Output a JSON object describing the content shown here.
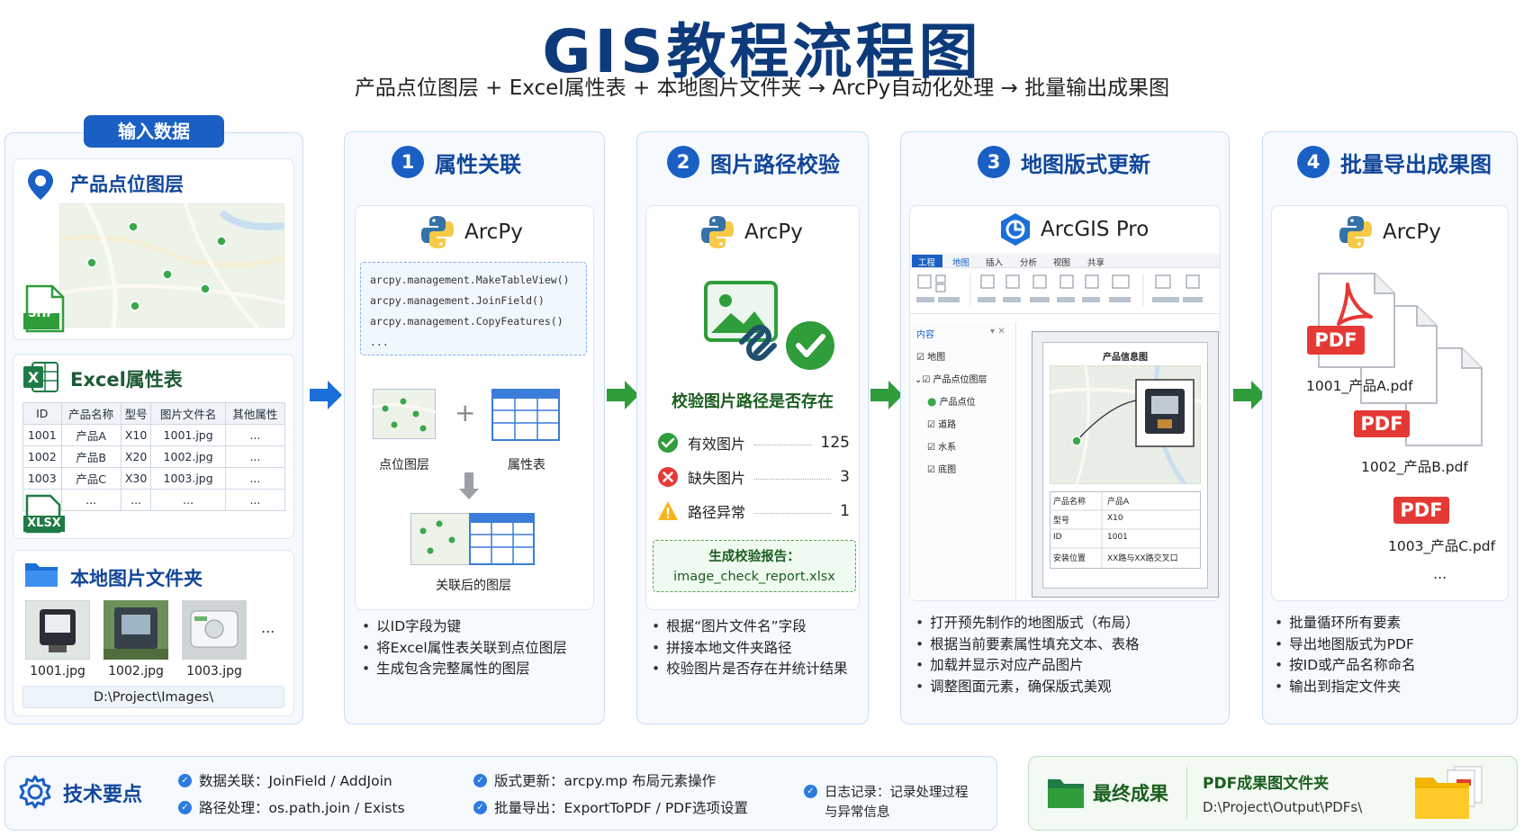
{
  "header": {
    "title": "GIS教程流程图",
    "subtitle": "产品点位图层 + Excel属性表 + 本地图片文件夹  →  ArcPy自动化处理  →  批量输出成果图"
  },
  "input": {
    "badge": "输入数据",
    "points_layer": {
      "title": "产品点位图层",
      "shp_label": "SHP"
    },
    "excel": {
      "title": "Excel属性表",
      "xlsx_label": "XLSX",
      "columns": [
        "ID",
        "产品名称",
        "型号",
        "图片文件名",
        "其他属性"
      ],
      "rows": [
        [
          "1001",
          "产品A",
          "X10",
          "1001.jpg",
          "..."
        ],
        [
          "1002",
          "产品B",
          "X20",
          "1002.jpg",
          "..."
        ],
        [
          "1003",
          "产品C",
          "X30",
          "1003.jpg",
          "..."
        ],
        [
          "...",
          "...",
          "...",
          "...",
          "..."
        ]
      ]
    },
    "images": {
      "title": "本地图片文件夹",
      "files": [
        "1001.jpg",
        "1002.jpg",
        "1003.jpg"
      ],
      "more": "...",
      "path": "D:\\Project\\Images\\"
    }
  },
  "step1": {
    "num": "1",
    "title": "属性关联",
    "tool": "ArcPy",
    "code": [
      "arcpy.management.MakeTableView()",
      "arcpy.management.JoinField()",
      "arcpy.management.CopyFeatures()",
      "..."
    ],
    "plus": "+",
    "label_points": "点位图层",
    "label_table": "属性表",
    "label_joined": "关联后的图层",
    "bullets": [
      "以ID字段为键",
      "将Excel属性表关联到点位图层",
      "生成包含完整属性的图层"
    ]
  },
  "step2": {
    "num": "2",
    "title": "图片路径校验",
    "tool": "ArcPy",
    "check_title": "校验图片路径是否存在",
    "stats": [
      {
        "label": "有效图片",
        "value": "125"
      },
      {
        "label": "缺失图片",
        "value": "3"
      },
      {
        "label": "路径异常",
        "value": "1"
      }
    ],
    "report_title": "生成校验报告：",
    "report_file": "image_check_report.xlsx",
    "bullets": [
      "根据“图片文件名”字段",
      "拼接本地文件夹路径",
      "校验图片是否存在并统计结果"
    ]
  },
  "step3": {
    "num": "3",
    "title": "地图版式更新",
    "tool": "ArcGIS Pro",
    "ribbon_tabs": [
      "工程",
      "地图",
      "插入",
      "分析",
      "视图",
      "共享"
    ],
    "contents_title": "内容",
    "layers": [
      "地图",
      "产品点位图层",
      "产品点位",
      "道路",
      "水系",
      "底图"
    ],
    "layout_title": "产品信息图",
    "info_rows": [
      [
        "产品名称",
        "产品A"
      ],
      [
        "型号",
        "X10"
      ],
      [
        "ID",
        "1001"
      ],
      [
        "安装位置",
        "XX路与XX路交叉口"
      ]
    ],
    "bullets": [
      "打开预先制作的地图版式（布局）",
      "根据当前要素属性填充文本、表格",
      "加载并显示对应产品图片",
      "调整图面元素，确保版式美观"
    ]
  },
  "step4": {
    "num": "4",
    "title": "批量导出成果图",
    "tool": "ArcPy",
    "pdf_tag": "PDF",
    "files": [
      "1001_产品A.pdf",
      "1002_产品B.pdf",
      "1003_产品C.pdf"
    ],
    "more": "...",
    "bullets": [
      "批量循环所有要素",
      "导出地图版式为PDF",
      "按ID或产品名称命名",
      "输出到指定文件夹"
    ]
  },
  "tips": {
    "title": "技术要点",
    "items": [
      "数据关联：JoinField / AddJoin",
      "路径处理：os.path.join / Exists",
      "版式更新：arcpy.mp 布局元素操作",
      "批量导出：ExportToPDF / PDF选项设置",
      "日志记录：记录处理过程",
      "与异常信息"
    ]
  },
  "final": {
    "title": "最终成果",
    "folder_title": "PDF成果图文件夹",
    "path": "D:\\Project\\Output\\PDFs\\"
  },
  "colors": {
    "primary": "#1a5fc4",
    "title": "#0d3a7a",
    "green": "#2e9d3a",
    "pdf_red": "#e53935",
    "excel_green": "#1e7b45"
  }
}
